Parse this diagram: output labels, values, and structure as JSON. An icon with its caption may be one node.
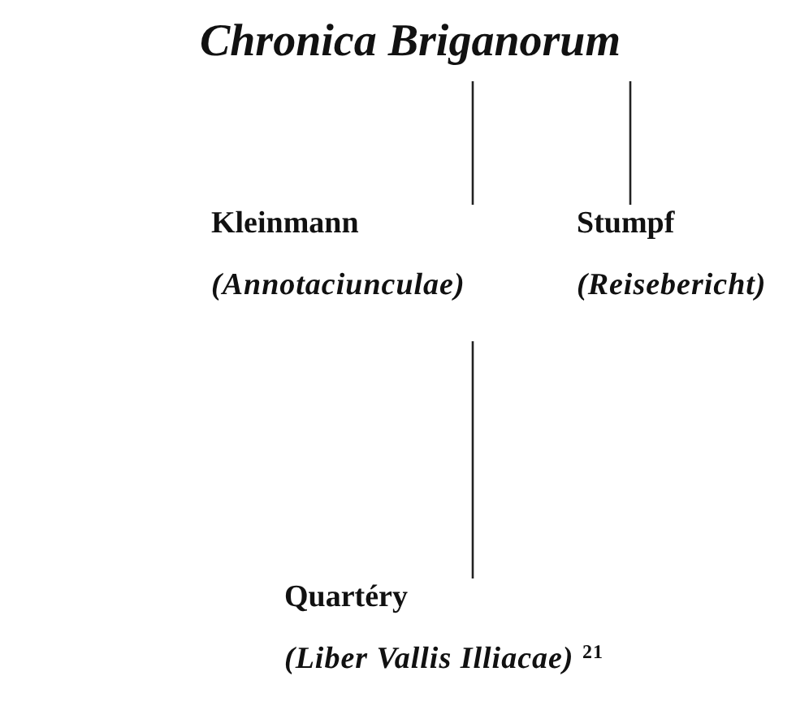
{
  "diagram": {
    "nodes": [
      {
        "text": [
          "Chronica Briganorum"
        ]
      },
      {
        "text": [
          "Kleinmann",
          "(Annotaciunculae)"
        ]
      },
      {
        "text": [
          "Stumpf",
          "(Reisebericht)"
        ]
      },
      {
        "text": [
          "Quartéry",
          "(Liber Vallis Illiacae) $^{21}$"
        ]
      }
    ],
    "edges": [
      {
        "from": 0,
        "to": 1,
        "arrow": "none"
      },
      {
        "from": 0,
        "to": 2,
        "arrow": "none"
      },
      {
        "from": 1,
        "to": 3,
        "arrow": "none"
      }
    ]
  }
}
